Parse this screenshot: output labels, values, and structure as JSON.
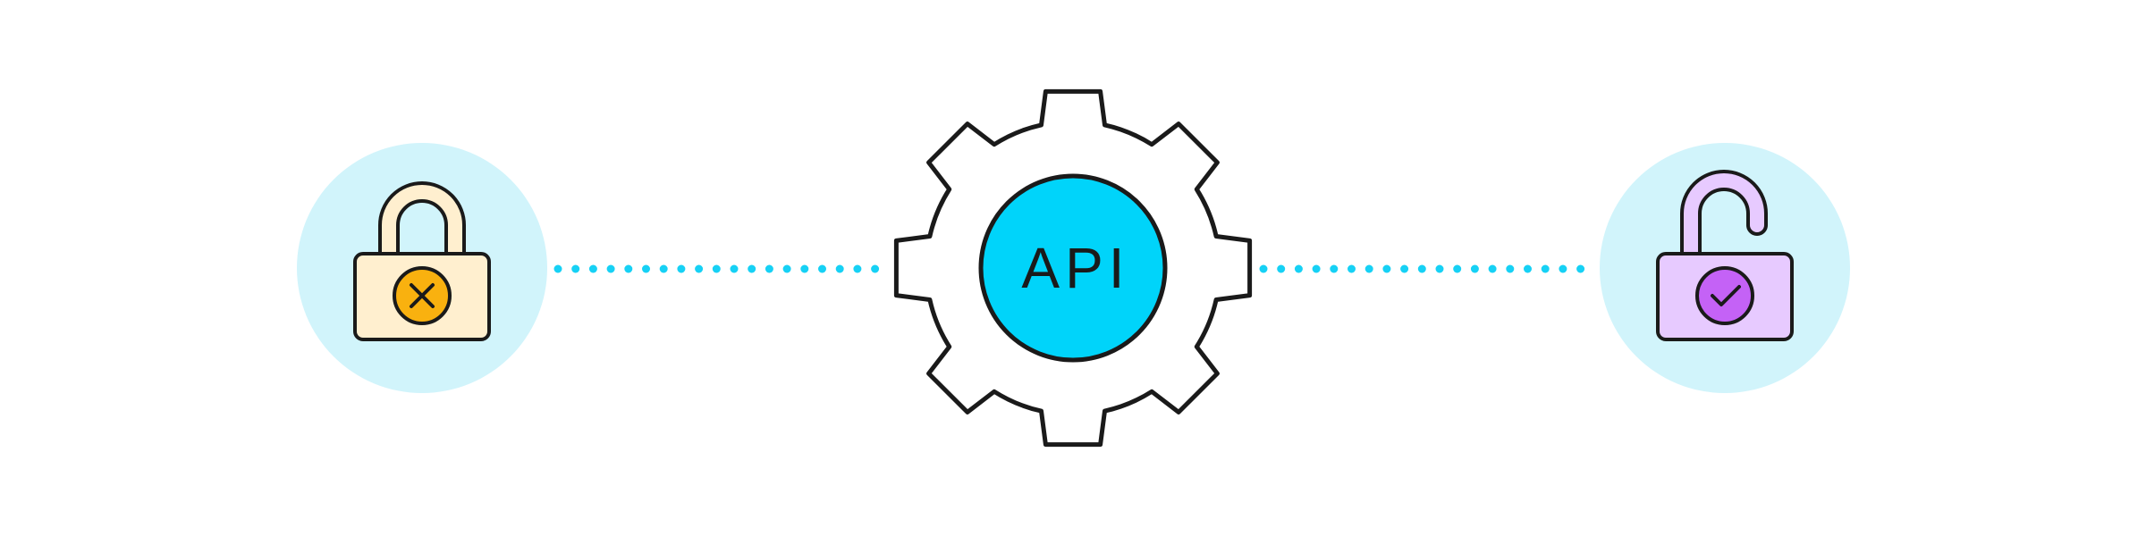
{
  "diagram": {
    "center_label": "API",
    "colors": {
      "background": "#ffffff",
      "outline": "#1a1a1a",
      "circle_bg": "#d1f4fb",
      "connector": "#16d1f5",
      "api_core": "#00d4fa",
      "gear_fill": "#ffffff",
      "locked_body": "#ffefcf",
      "locked_badge": "#f9b10f",
      "unlocked_body": "#e7caff",
      "unlocked_badge": "#c462f6"
    },
    "left": {
      "icon": "padlock-locked-x-icon",
      "state": "locked"
    },
    "right": {
      "icon": "padlock-unlocked-check-icon",
      "state": "unlocked"
    },
    "center": {
      "icon": "gear-icon"
    }
  }
}
